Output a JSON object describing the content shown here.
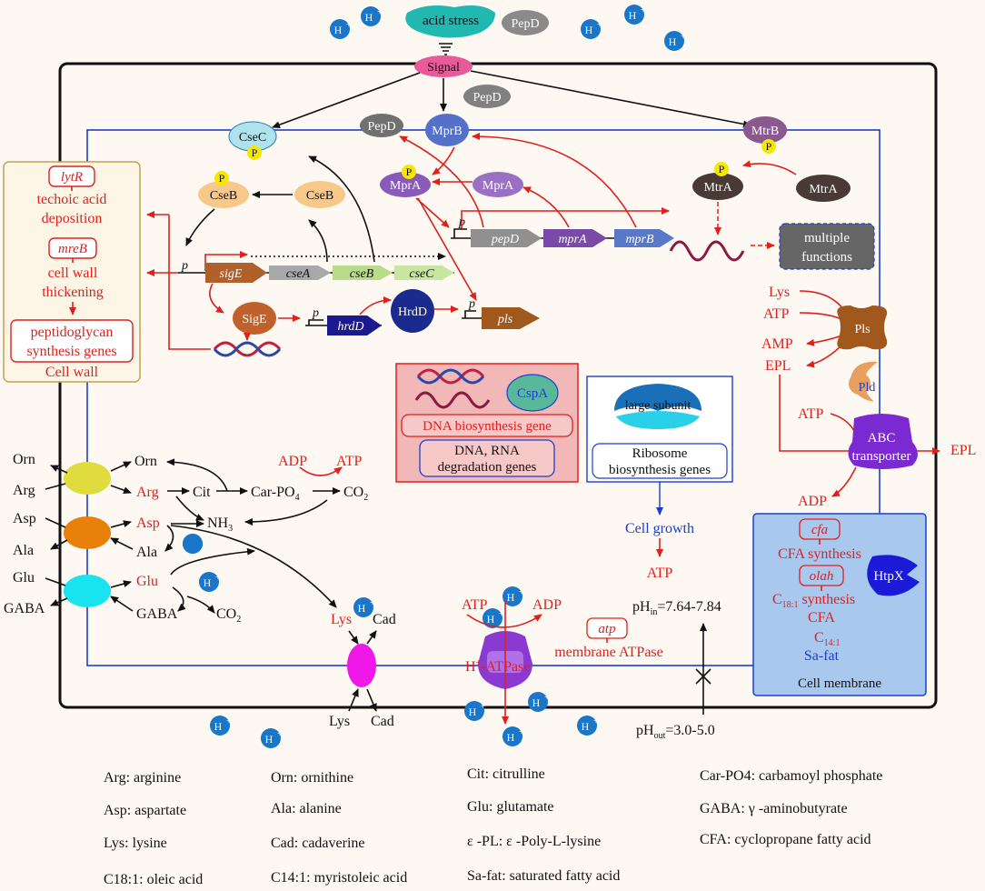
{
  "colors": {
    "background": "#fdf8f2",
    "cell_outline": "#111111",
    "membrane_line": "#1a3fd0",
    "red_text": "#e0201c",
    "blue_text": "#1a3fd0",
    "cell_wall_box": "#fdf6e6",
    "dna_box": "#f2b8b8",
    "membrane_box": "#a8c8ee",
    "proton": "#1976c8"
  },
  "top": {
    "acid_stress": "acid stress",
    "pepd_out": "PepD",
    "signal": "Signal",
    "proton": "H"
  },
  "proteins": {
    "csec": "CseC",
    "cseb_p": "CseB",
    "cseb": "CseB",
    "phos": "P",
    "pepd_mid": "PepD",
    "pepd_mem": "PepD",
    "mprb": "MprB",
    "mpra_p": "MprA",
    "mpra": "MprA",
    "mtrb": "MtrB",
    "mtra_p": "MtrA",
    "mtra": "MtrA",
    "sige": "SigE",
    "hrdd": "HrdD",
    "multiple_functions": [
      "multiple",
      "functions"
    ]
  },
  "genes": {
    "promoter": "p",
    "sigE": "sigE",
    "cseA": "cseA",
    "cseB": "cseB",
    "cseC": "cseC",
    "pepD": "pepD",
    "mprA": "mprA",
    "mprB": "mprB",
    "hrdD": "hrdD",
    "pls": "pls"
  },
  "cell_wall": {
    "lytR": "lytR",
    "teichoic": [
      "techoic acid",
      "deposition"
    ],
    "mreB": "mreB",
    "thickening": [
      "cell wall",
      "thickening"
    ],
    "peptidoglycan": [
      "peptidoglycan",
      "synthesis genes"
    ],
    "cell_wall": "Cell wall"
  },
  "dna_box": {
    "cspa": "CspA",
    "dna_bio": "DNA biosynthesis gene",
    "degradation": [
      "DNA, RNA",
      "degradation genes"
    ]
  },
  "ribosome": {
    "large_subunit": "large subunit",
    "genes": [
      "Ribosome",
      "biosynthesis genes"
    ],
    "growth": "Cell growth",
    "atp": "ATP"
  },
  "epl": {
    "lys": "Lys",
    "atp": "ATP",
    "amp": "AMP",
    "epl": "EPL",
    "pls": "Pls",
    "pld": "Pld",
    "atp2": "ATP",
    "abc": [
      "ABC",
      "transporter"
    ],
    "adp": "ADP",
    "epl_out": "EPL"
  },
  "membrane_box": {
    "cfa": "cfa",
    "cfa_syn": "CFA synthesis",
    "olah": "olah",
    "c18_syn": "C",
    "c18_sub": "18:1",
    "c18_rest": " synthesis",
    "cfa2": "CFA",
    "c14": "C",
    "c14_sub": "14:1",
    "safat": "Sa-fat",
    "htpx": "HtpX",
    "label": "Cell membrane"
  },
  "metab": {
    "orn_out": "Orn",
    "arg_out": "Arg",
    "asp_out": "Asp",
    "ala_out": "Ala",
    "glu_out": "Glu",
    "gaba_out": "GABA",
    "orn": "Orn",
    "arg": "Arg",
    "cit": "Cit",
    "carpo4": "Car-PO",
    "carpo4_sub": "4",
    "co2": "CO",
    "co2_sub": "2",
    "adp": "ADP",
    "atp": "ATP",
    "nh3": "NH",
    "nh3_sub": "3",
    "asp": "Asp",
    "ala": "Ala",
    "glu": "Glu",
    "gaba": "GABA",
    "co2b": "CO",
    "co2b_sub": "2",
    "lys": "Lys",
    "cad": "Cad",
    "lys_out": "Lys",
    "cad_out": "Cad"
  },
  "atpase": {
    "atp": "ATP",
    "adp": "ADP",
    "label": "H",
    "label_rest": "-ATPase",
    "atp_gene": "atp",
    "membrane_atpase": "membrane ATPase"
  },
  "ph": {
    "ph_in": "pH",
    "ph_in_sub": "in",
    "ph_in_val": "=7.64-7.84",
    "ph_out": "pH",
    "ph_out_sub": "out",
    "ph_out_val": "=3.0-5.0"
  },
  "legend": [
    [
      "Arg: arginine",
      "Orn: ornithine",
      "Cit: citrulline",
      "Car-PO4: carbamoyl phosphate"
    ],
    [
      "Asp: aspartate",
      "Ala: alanine",
      "Glu: glutamate",
      "GABA: γ -aminobutyrate"
    ],
    [
      "Lys: lysine",
      "Cad: cadaverine",
      "ε -PL: ε -Poly-L-lysine",
      "CFA: cyclopropane fatty acid"
    ],
    [
      "C18:1: oleic acid",
      "C14:1: myristoleic acid",
      "Sa-fat: saturated fatty acid",
      ""
    ]
  ]
}
